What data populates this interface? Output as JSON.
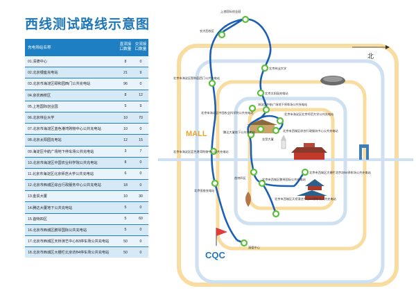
{
  "title": "西线测试路线示意图",
  "table": {
    "headers": [
      "充电场站名称",
      "直流接口数量",
      "交流接口数量"
    ],
    "rows": [
      [
        "01.清德中心",
        "8",
        "0"
      ],
      [
        "02.北京银座充电站",
        "21",
        "9"
      ],
      [
        "03.北京市海淀区颐和园西门公共充电站",
        "96",
        "0"
      ],
      [
        "04.京农西校区",
        "8",
        "12"
      ],
      [
        "05.上地国际创业园",
        "5",
        "9"
      ],
      [
        "06.北京林业大学",
        "10",
        "70"
      ],
      [
        "07.北京市海淀区蓝色港湾购物中心公共充电站",
        "10",
        "0"
      ],
      [
        "08.北京太阳园充电站",
        "12",
        "15"
      ],
      [
        "09.海淀区中航广场地下停车场公共充电站",
        "3",
        "7"
      ],
      [
        "10.北京市海淀区中国农业科学院公共充电站",
        "8",
        "0"
      ],
      [
        "11.北京市海淀区北京师范大学公共充电站",
        "6",
        "0"
      ],
      [
        "12.北京市西城区综合行政服务中心公共充电站",
        "18",
        "0"
      ],
      [
        "13.金贸大厦",
        "10",
        "30"
      ],
      [
        "14.腾达大厦地下公共充电站",
        "5",
        "0"
      ],
      [
        "15.首特四区",
        "5",
        "60"
      ],
      [
        "16.北京市西城区鹏琴国际公共充电站",
        "5",
        "0"
      ],
      [
        "17.北京市西城区天桥演艺中心B3停车场公共充电站",
        "50",
        "0"
      ],
      [
        "18.北京市西城区大栅栏北京坊B4停车场公共充电站",
        "50",
        "0"
      ]
    ]
  },
  "map": {
    "north_label": "北",
    "logo_text": "CQC",
    "mall_text": "MALL",
    "stations": [
      "上地国际创业园",
      "农大西校区",
      "北京林业大学",
      "北京市海淀区颐和园西门公共充电站",
      "北京太阳园充电站",
      "海淀区中航广场地下停车场公共充电站",
      "北京市海淀区中国农业科学院公共充电站",
      "北京市海淀区北京师范大学公共充电站",
      "北京市西城区综合行政服务中心公共充电站",
      "腾达大厦地下公共充电站",
      "金贸大厦",
      "北京市海淀区蓝色港湾购物中心公共充电站",
      "首特四区",
      "北京市西城区鹏琴国际公共充电站",
      "北京市西城区大栅栏北京坊B4停车场公共充电站",
      "北京市西城区天桥演艺中心B3停车场公共充电站",
      "北京银座充电站",
      "清德中心"
    ]
  },
  "colors": {
    "route": "#1a5fb4",
    "ring": "#f9dca0",
    "ring_light": "#cfe0f0",
    "node": "#5bbf3a",
    "title": "#1f77b8",
    "table": "#1e7fc3"
  }
}
